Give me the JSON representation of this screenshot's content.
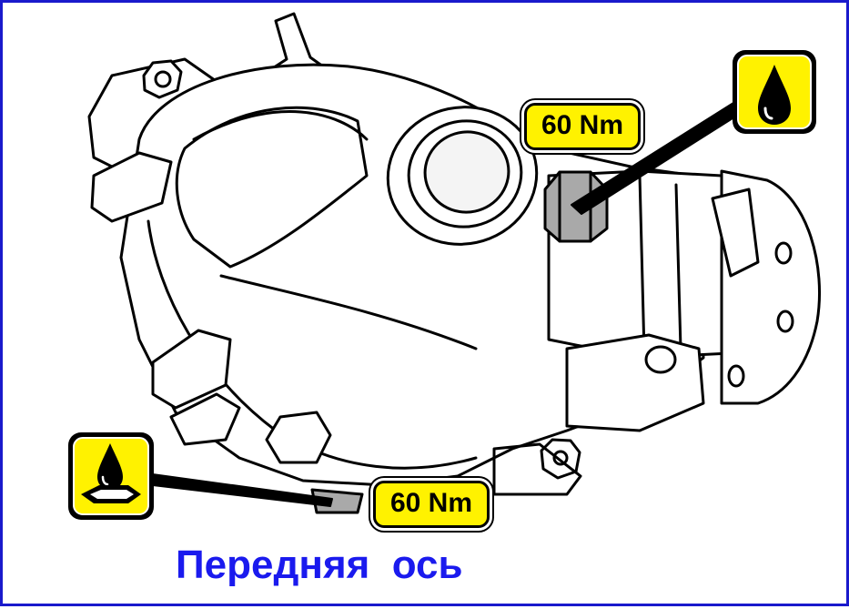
{
  "caption": "Передняя  ось",
  "torque_labels": {
    "drain_plug": "60 Nm",
    "filler_plug": "60 Nm"
  },
  "icons": {
    "filler": "oil-drop-icon",
    "drain": "oil-drain-icon"
  },
  "colors": {
    "frame": "#1a1acc",
    "caption": "#1a1aee",
    "label_fill": "#fff200",
    "plug_fill": "#a9a9a9"
  }
}
